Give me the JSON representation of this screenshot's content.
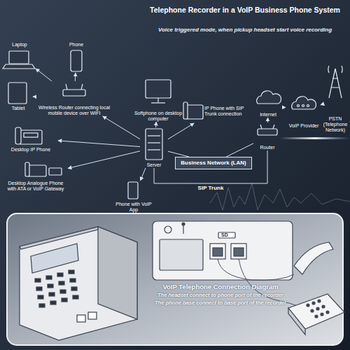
{
  "diagram": {
    "title": "Telephone Recorder in a VoIP Business Phone System",
    "caption": "Voice triggered mode, when pickup headset start voice recording",
    "nodes": [
      {
        "text": [
          "Laptop"
        ]
      },
      {
        "text": [
          "Phone"
        ]
      },
      {
        "text": [
          "Tablet"
        ]
      },
      {
        "text": [
          "Wireless Router connecting local mobile device over WIFI"
        ]
      },
      {
        "text": [
          "Desktop IP Phone"
        ]
      },
      {
        "text": [
          "Desktop Analogue Phone with ATA or VoIP Gateway"
        ]
      },
      {
        "text": [
          "Phone with VoIP App"
        ]
      },
      {
        "text": [
          "Server"
        ]
      },
      {
        "text": [
          "Softphone on desktop computer"
        ]
      },
      {
        "text": [
          "IP Phone with SIP Trunk connection"
        ]
      },
      {
        "text": [
          "Business Network (LAN)"
        ]
      },
      {
        "text": [
          "Internet"
        ]
      },
      {
        "text": [
          "Router"
        ]
      },
      {
        "text": [
          "VoIP Provider"
        ]
      },
      {
        "text": [
          "PSTN (Telephone Network)"
        ]
      },
      {
        "text": [
          "VoIP Telephone Connection Diagram",
          "The headset connect to phone port of the recorder",
          "The phone base connect to base port of the recorder"
        ]
      }
    ],
    "edges": [
      {
        "from": 3,
        "to": 0,
        "arrow": "to"
      },
      {
        "from": 3,
        "to": 1,
        "arrow": "to"
      },
      {
        "from": 3,
        "to": 2,
        "arrow": "to"
      },
      {
        "from": 7,
        "to": 3,
        "arrow": "to"
      },
      {
        "from": 7,
        "to": 4,
        "arrow": "to"
      },
      {
        "from": 7,
        "to": 5,
        "arrow": "to"
      },
      {
        "from": 7,
        "to": 6,
        "arrow": "to"
      },
      {
        "from": 7,
        "to": 8,
        "arrow": "to"
      },
      {
        "from": 7,
        "to": 9,
        "arrow": "to"
      },
      {
        "from": 7,
        "to": 10,
        "arrow": "none"
      },
      {
        "from": 10,
        "to": 12,
        "arrow": "none"
      },
      {
        "from": 7,
        "to": 12,
        "label": "SIP Trunk",
        "arrow": "none"
      },
      {
        "from": 12,
        "to": 11,
        "arrow": "to"
      },
      {
        "from": 11,
        "to": 13,
        "arrow": "to"
      },
      {
        "from": 13,
        "to": 14,
        "arrow": "to"
      }
    ],
    "labels": [
      "SD"
    ]
  }
}
